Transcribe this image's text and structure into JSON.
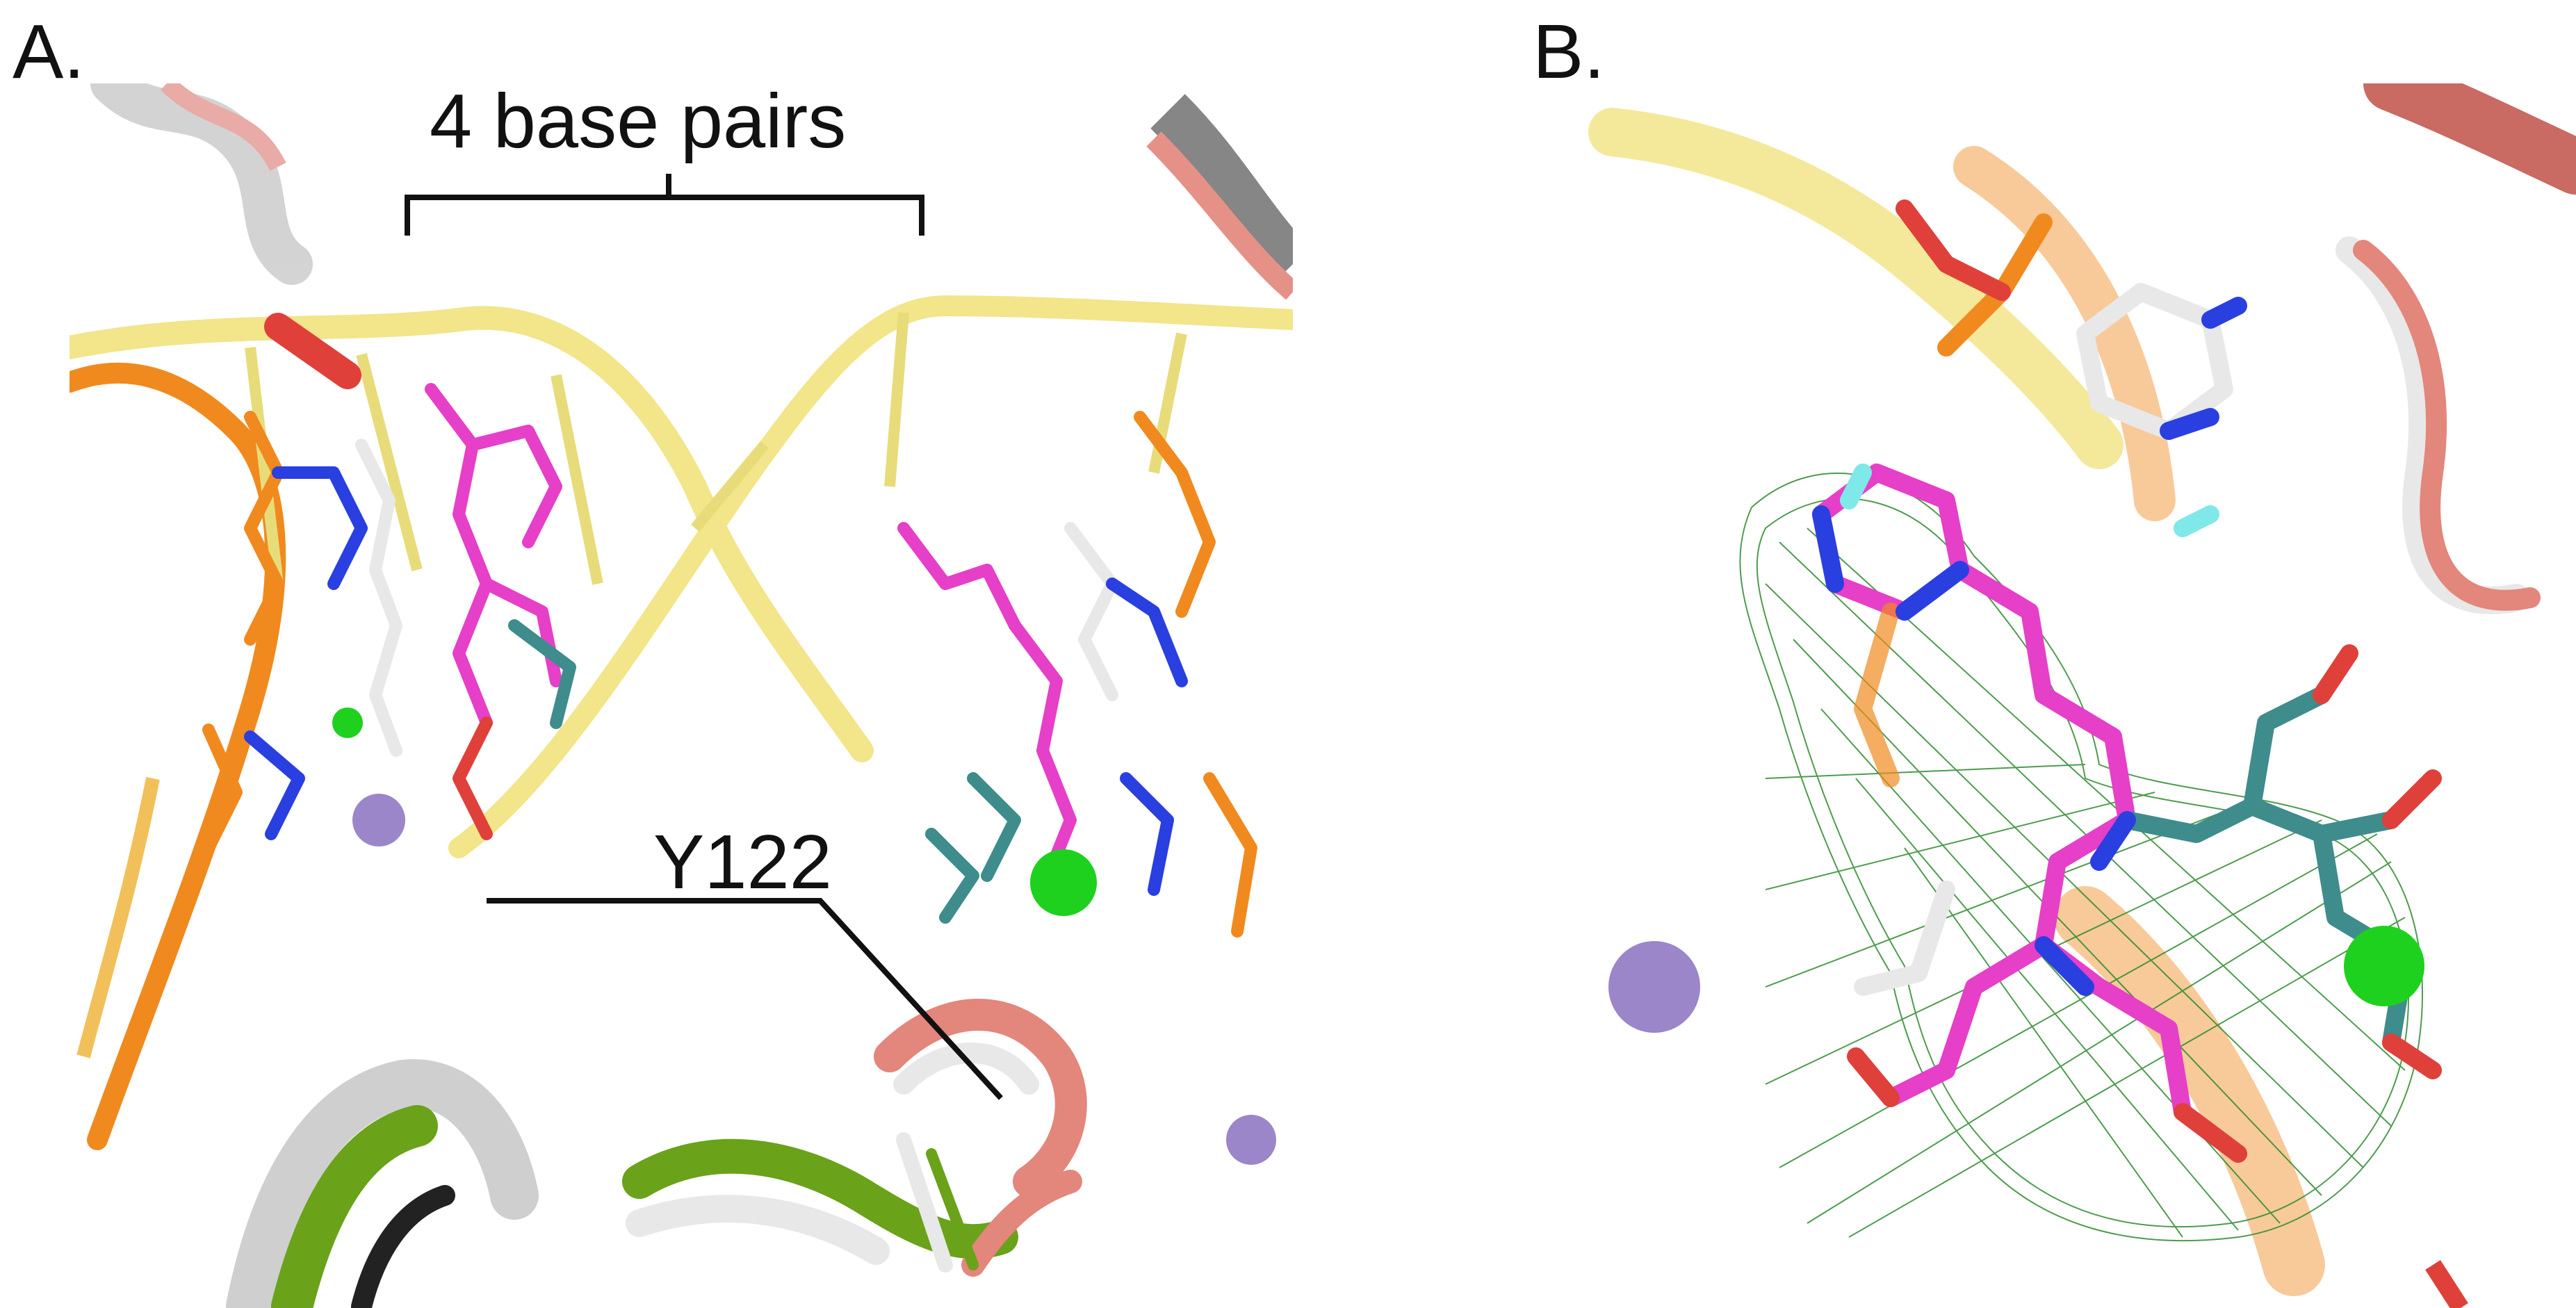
{
  "figure": {
    "panel_a": {
      "label": "A.",
      "annotations": {
        "bracket_label": "4 base pairs",
        "residue_label": "Y122"
      }
    },
    "panel_b": {
      "label": "B."
    }
  },
  "palette": {
    "dna_backbone": "#f2e58a",
    "dna_orange": "#f08a1e",
    "protein_white": "#e8e8e8",
    "protein_green": "#6aa21a",
    "protein_salmon": "#e3867c",
    "ligand_magenta": "#e63fc8",
    "ligand_teal": "#3f8c8c",
    "nitrogen_blue": "#2a3fe0",
    "oxygen_red": "#e0403a",
    "fluorine_cyan": "#7fe8e8",
    "ion_purple": "#9a86c9",
    "ion_green": "#1ed11e",
    "mesh_green": "#2e8b2e"
  }
}
